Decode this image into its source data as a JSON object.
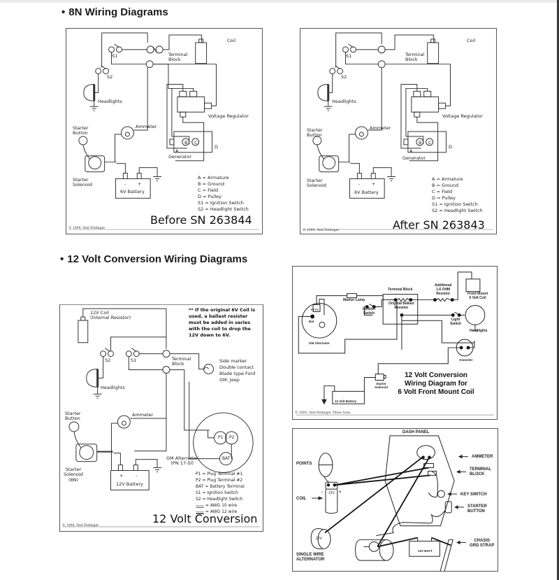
{
  "headings": {
    "section1": "8N Wiring Diagrams",
    "section2": "12 Volt Conversion Wiring Diagrams",
    "bullet": "•"
  },
  "diagram_before": {
    "caption": "Before SN 263844",
    "copyright": "© 1999, Neil Pettinger",
    "labels": {
      "coil": "Coil",
      "s1": "S1",
      "s2": "S2",
      "terminal_block": "Terminal\nBlock",
      "headlights": "Headlights",
      "voltage_regulator": "Voltage Regulator",
      "starter_button": "Starter\nButton",
      "ammeter": "Ammeter",
      "generator": "Generator",
      "gen_a": "A",
      "gen_b": "B",
      "gen_c": "C",
      "gen_d": "D",
      "starter_solenoid": "Starter\nSolenoid",
      "battery": "6V Battery",
      "minus": "-",
      "plus": "+"
    },
    "legend": [
      "A = Armature",
      "B = Ground",
      "C = Field",
      "D = Pulley",
      "S1 = Ignition Switch",
      "S2 = Headlight Switch"
    ]
  },
  "diagram_after": {
    "caption": "After SN 263843",
    "copyright": "© 1999, Neil Pettinger",
    "labels": {
      "coil": "Coil",
      "s1": "S1",
      "s2": "S2",
      "terminal_block": "Terminal\nBlock",
      "headlights": "Headlights",
      "voltage_regulator": "Voltage Regulator",
      "starter_button": "Starter\nButton",
      "ammeter": "Ammeter",
      "generator": "Generator",
      "gen_a": "A",
      "gen_b": "B",
      "gen_c": "C",
      "gen_d": "D",
      "starter_solenoid": "Starter\nSolenoid",
      "battery": "6V Battery",
      "minus": "-",
      "plus": "+"
    },
    "legend": [
      "A = Armature",
      "B = Ground",
      "C = Field",
      "D = Pulley",
      "S1 = Ignition Switch",
      "S2 = Headlight Switch"
    ]
  },
  "diagram_12v": {
    "caption": "12 Volt Conversion",
    "copyright": "© 1999, Neil Pettinger",
    "note": "** If the original 6V Coil is used, a ballast resister must be added in series with the coil to drop the 12V down to 6V.",
    "labels": {
      "coil": "12V Coil\n(Internal Resistor)",
      "s1": "S1",
      "s2": "S2",
      "terminal_block": "Terminal\nBlock",
      "side_marker": "Side marker\nDouble contact\nBlade type Ford\nGM, Jeep",
      "headlights": "Headlights",
      "starter_button": "Starter\nButton",
      "ammeter": "Ammeter",
      "alternator": "GM Alternator\n(PN 17-SI)",
      "p1": "P1",
      "p2": "P2",
      "bat": "BAT",
      "starter_solenoid": "Starter\nSolenoid\n(8N)",
      "battery": "12V Battery",
      "plus": "+",
      "minus": "-"
    },
    "legend": [
      "P1 = Plug Terminal #1",
      "P2 = Plug Terminal #2",
      "BAT = Battery Terminal",
      "S1 = Ignition Switch",
      "S2 = Headlight Switch",
      "—— = AWG 10 wire",
      "—— = AWG 12 wire"
    ]
  },
  "diagram_front_coil": {
    "title": "12 Volt Conversion\nWiring Diagram for\n6 Volt Front Mount Coil",
    "copyright": "© 2005, Neil Pettinger  Three Sons",
    "labels": {
      "marker_lamp": "Marker Lamp",
      "terminal_block": "Terminal Block",
      "ignition_switch": "Ignition\nSwitch",
      "original_ballast": "Original Ballast\nResistor",
      "additional_resistor": "Additional\n1.6 OHM\nResistor",
      "front_mount_coil": "Front Mount\n6 Volt Coil",
      "light_switch": "Light\nSwitch",
      "headlights": "Headlights",
      "p1p2": "P1 P2",
      "bat": "Bat",
      "gm_alternator": "GM Alternator",
      "ammeter": "Ammeter",
      "starter_solenoid": "Starter\nSolenoid",
      "battery": "12 Volt Battery"
    }
  },
  "diagram_dash": {
    "labels": {
      "dash_panel": "DASH PANEL",
      "ammeter": "AMMETER",
      "terminal_block": "TERMINAL\nBLOCK",
      "key_switch": "KEY SWITCH",
      "starter_button": "STARTER\nBUTTON",
      "chassis_grd": "CHASIS\nGRD STRAP",
      "points": "POINTS",
      "coil": "COIL",
      "coil_12v": "12V",
      "alt_12v": "12V",
      "single_wire_alt": "SINGLE WIRE\nALTERNATOR",
      "battery": "12V BATT",
      "minus": "-",
      "plus": "+"
    }
  }
}
